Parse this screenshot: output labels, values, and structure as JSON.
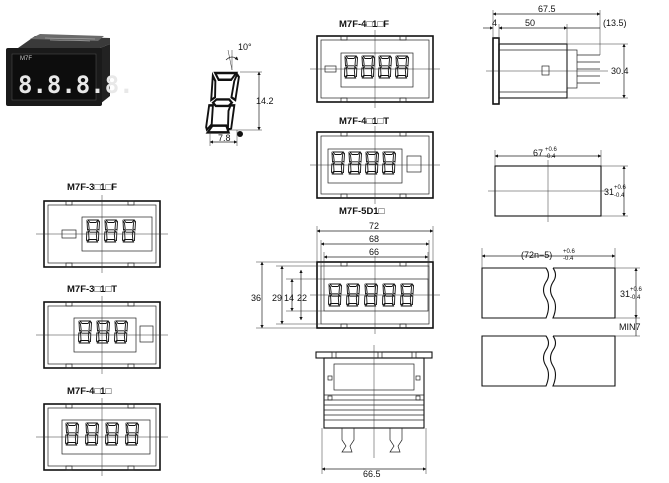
{
  "titles": {
    "m7f_4_1_f": "M7F-4□1□F",
    "m7f_4_1_t": "M7F-4□1□T",
    "m7f_5d1": "M7F-5D1□",
    "m7f_3_1_f": "M7F-3□1□F",
    "m7f_3_1_t": "M7F-3□1□T",
    "m7f_4_1": "M7F-4□1□"
  },
  "photo": {
    "digits": "8.8.8.8.",
    "maker_text": "M7F"
  },
  "digit_detail": {
    "angle": "10°",
    "height": "14.2",
    "width": "7.8"
  },
  "front_5d": {
    "dim_72": "72",
    "dim_68": "68",
    "dim_66": "66",
    "dim_36": "36",
    "dim_29": "29",
    "dim_14": "14",
    "dim_22": "22",
    "dim_66_5": "66.5"
  },
  "side_view": {
    "dim_67_5": "67.5",
    "dim_4": "4",
    "dim_50": "50",
    "dim_13_5": "(13.5)",
    "dim_30_4": "30.4"
  },
  "panel_cutout": {
    "width": "67",
    "width_tol_plus": "+0.6",
    "width_tol_minus": "-0.4",
    "height": "31",
    "height_tol_plus": "+0.6",
    "height_tol_minus": "-0.4"
  },
  "gang_cutout": {
    "width": "(72n−5)",
    "width_tol_plus": "+0.6",
    "width_tol_minus": "-0.4",
    "height": "31",
    "height_tol_plus": "+0.6",
    "height_tol_minus": "-0.4",
    "min_gap": "MIN7"
  }
}
